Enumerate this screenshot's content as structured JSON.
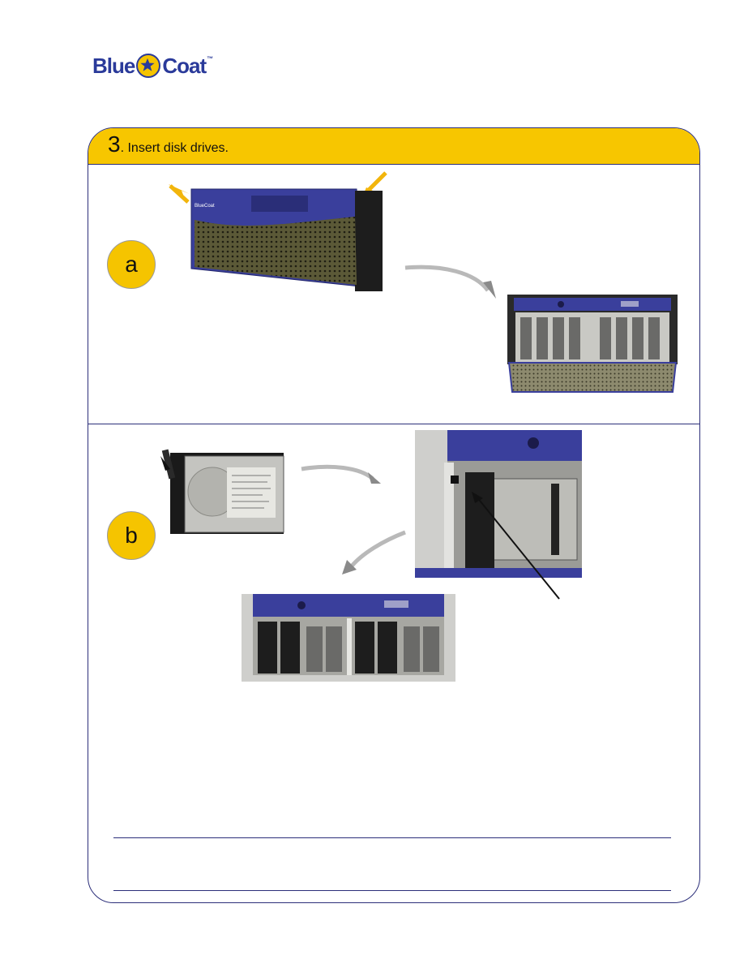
{
  "logo": {
    "text_left": "Blue",
    "text_right": "Coat",
    "trademark": "™"
  },
  "step": {
    "number": "3",
    "title": ". Insert disk drives."
  },
  "substeps": [
    {
      "label": "a"
    },
    {
      "label": "b"
    }
  ],
  "colors": {
    "accent_yellow": "#f7c600",
    "border_navy": "#2c2f7a",
    "bezel_blue": "#3a3f9c",
    "brand_blue": "#2a3a9a"
  }
}
